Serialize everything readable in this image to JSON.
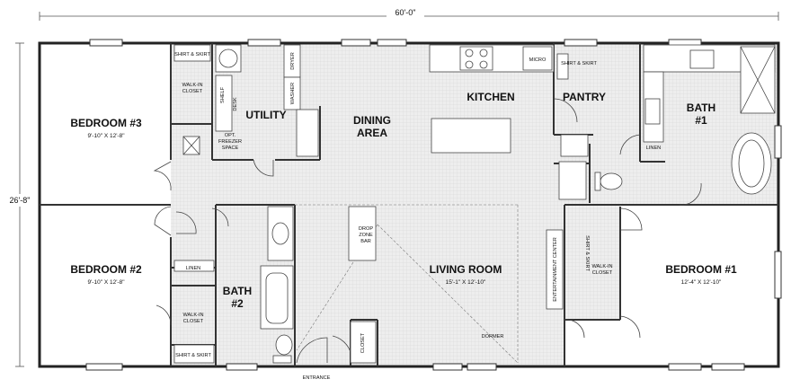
{
  "dimensions": {
    "width": "60'-0\"",
    "height": "26'-8\""
  },
  "rooms": {
    "bedroom3": {
      "name": "BEDROOM #3",
      "size": "9'-10\" X 12'-8\""
    },
    "bedroom2": {
      "name": "BEDROOM #2",
      "size": "9'-10\" X 12'-8\""
    },
    "bedroom1": {
      "name": "BEDROOM #1",
      "size": "12'-4\" X 12'-10\""
    },
    "living": {
      "name": "LIVING ROOM",
      "size": "15'-1\" X 12'-10\""
    },
    "utility": {
      "name": "UTILITY"
    },
    "dining": {
      "line1": "DINING",
      "line2": "AREA"
    },
    "kitchen": {
      "name": "KITCHEN"
    },
    "pantry": {
      "name": "PANTRY"
    },
    "bath1": {
      "line1": "BATH",
      "line2": "#1"
    },
    "bath2": {
      "line1": "BATH",
      "line2": "#2"
    }
  },
  "fixtures": {
    "shirt_skirt": "SHIRT & SKIRT",
    "walkin_closet": {
      "line1": "WALK-IN",
      "line2": "CLOSET"
    },
    "shelf": "SHELF",
    "desk": "DESK",
    "dryer": "DRYER",
    "washer": "WASHER",
    "freezer": {
      "line1": "OPT.",
      "line2": "FREEZER",
      "line3": "SPACE"
    },
    "micro": "MICRO",
    "linen": "LINEN",
    "drop_zone": {
      "line1": "DROP",
      "line2": "ZONE",
      "line3": "BAR"
    },
    "entertainment": "ENTERTAINMENT CENTER",
    "closet": "CLOSET",
    "dormer": "DORMER",
    "entrance": "ENTRANCE"
  }
}
